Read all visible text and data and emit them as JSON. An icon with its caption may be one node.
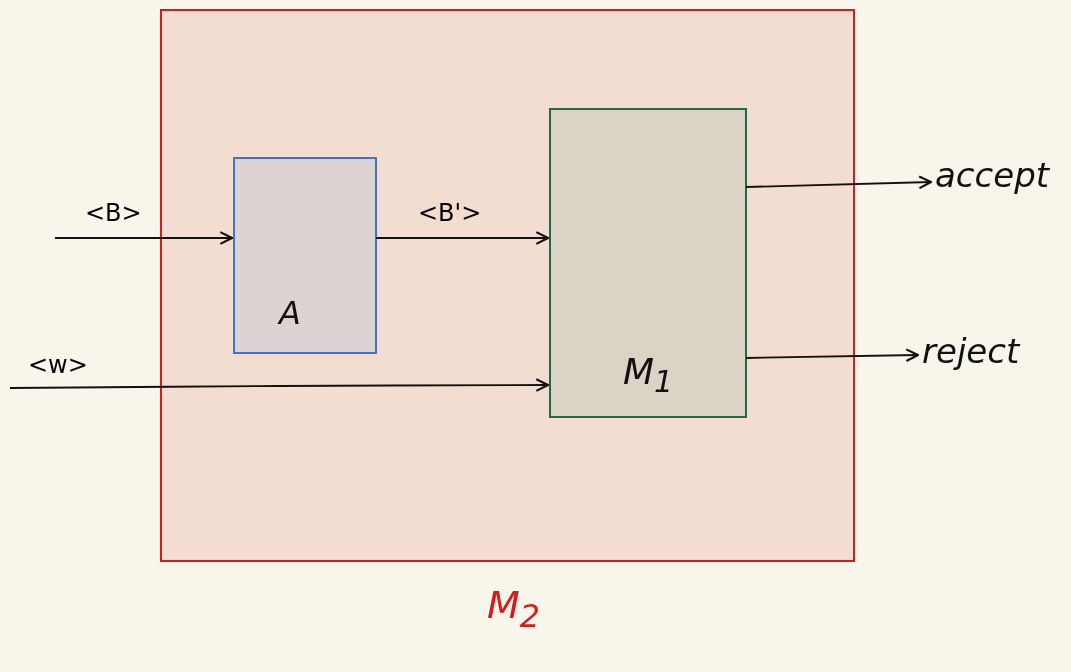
{
  "diagram": {
    "nodes": [
      {
        "text": [
          "M$_{2}$"
        ]
      },
      {
        "text": [
          "A"
        ],
        "in": 0
      },
      {
        "text": [
          "M$_{1}$"
        ],
        "in": 0
      },
      {
        "text": [
          "accept"
        ]
      },
      {
        "text": [
          "reject"
        ]
      }
    ],
    "edges": [
      {
        "from": null,
        "to": 1,
        "arrow": "to",
        "label": "<B>"
      },
      {
        "from": 1,
        "to": 2,
        "arrow": "to",
        "label": "<B'>"
      },
      {
        "from": null,
        "to": 2,
        "arrow": "to",
        "label": "<w>"
      },
      {
        "from": 2,
        "to": 3,
        "arrow": "to"
      },
      {
        "from": 2,
        "to": 4,
        "arrow": "to"
      }
    ]
  }
}
